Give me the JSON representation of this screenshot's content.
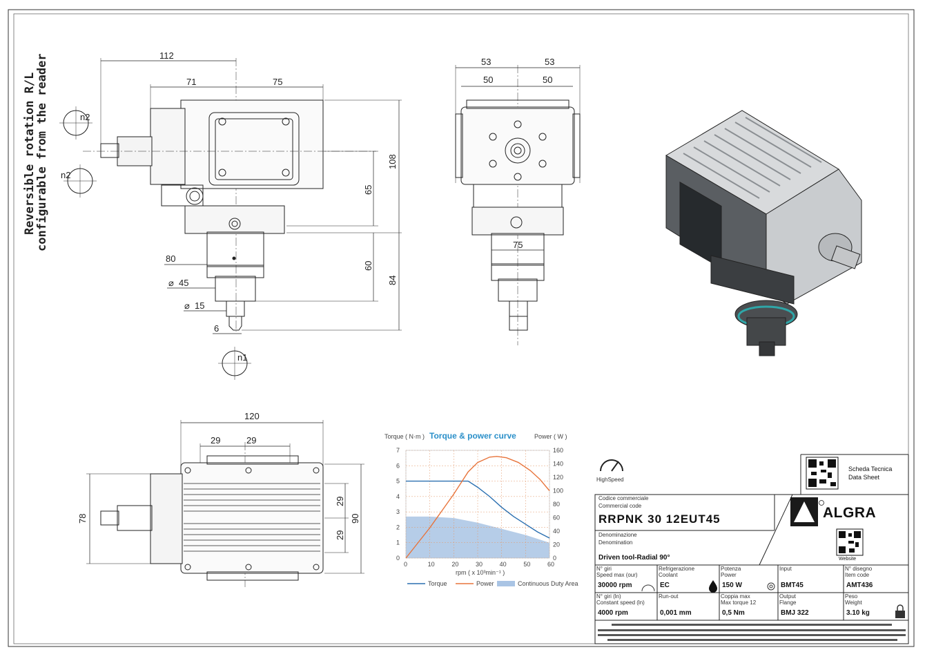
{
  "left_view": {
    "rotation_note_1": "Reversible rotation R/L",
    "rotation_note_2": "configurable from the reader",
    "dims": {
      "d112": "112",
      "d71": "71",
      "d75": "75",
      "d108": "108",
      "d65": "65",
      "d60": "60",
      "d84": "84",
      "d80": "80",
      "dia45": "45",
      "dia15": "15",
      "d6": "6"
    },
    "n_labels": {
      "n1": "n1",
      "n2a": "n2",
      "n2b": "n2"
    }
  },
  "front_view": {
    "dims": {
      "d53a": "53",
      "d53b": "53",
      "d50a": "50",
      "d50b": "50",
      "d75": "75"
    }
  },
  "bottom_view": {
    "dims": {
      "d120": "120",
      "d29a": "29",
      "d29b": "29",
      "d29c": "29",
      "d29d": "29",
      "d78": "78",
      "d90": "90"
    }
  },
  "chart_data": {
    "type": "line",
    "title": "Torque & power curve",
    "ylabel_left": "Torque ( N·m )",
    "ylabel_right": "Power ( W )",
    "xlabel": "rpm ( x 10³min⁻¹ )",
    "xlim": [
      0,
      60
    ],
    "ylim_left": [
      0,
      7
    ],
    "ylim_right": [
      0,
      160
    ],
    "x_ticks": [
      "0",
      "10",
      "20",
      "30",
      "40",
      "50",
      "60"
    ],
    "y_left_ticks": [
      "0",
      "1",
      "2",
      "3",
      "4",
      "5",
      "6",
      "7"
    ],
    "y_right_ticks": [
      "0",
      "20",
      "40",
      "60",
      "80",
      "100",
      "120",
      "140",
      "160"
    ],
    "grid": true,
    "legend_position": "bottom",
    "series": [
      {
        "name": "Torque",
        "axis": "left",
        "color": "#2a6fb0",
        "x": [
          0,
          10,
          20,
          26,
          30,
          35,
          40,
          45,
          50,
          55,
          60
        ],
        "y": [
          5,
          5,
          5,
          5,
          4.6,
          4.0,
          3.3,
          2.7,
          2.2,
          1.7,
          1.3
        ]
      },
      {
        "name": "Power",
        "axis": "right",
        "color": "#e8743b",
        "x": [
          0,
          10,
          20,
          26,
          30,
          35,
          38,
          42,
          47,
          52,
          56,
          60
        ],
        "y": [
          0,
          45,
          95,
          128,
          142,
          150,
          151,
          149,
          142,
          130,
          117,
          100
        ]
      },
      {
        "name": "Continuous Duty Area",
        "axis": "left",
        "type": "area",
        "color": "#a9c4e4",
        "x": [
          0,
          10,
          20,
          30,
          40,
          50,
          60
        ],
        "y": [
          2.7,
          2.7,
          2.6,
          2.3,
          1.9,
          1.5,
          1.0
        ]
      }
    ]
  },
  "badge": {
    "label": "HighSpeed"
  },
  "title_block": {
    "scheda_line1": "Scheda Tecnica",
    "scheda_line2": "Data Sheet",
    "website": "Website",
    "brand": "ALGRA",
    "codice_it": "Codice commerciale",
    "codice_en": "Commercial code",
    "code": "RRPNK 30 12EUT45",
    "denom_it": "Denominazione",
    "denom_en": "Denomination",
    "description": "Driven tool-Radial 90°",
    "row1": [
      {
        "label1": "N° giri",
        "label2": "Speed max (our)",
        "value": "30000 rpm"
      },
      {
        "label1": "Refrigerazione",
        "label2": "Coolant",
        "value": "EC"
      },
      {
        "label1": "Potenza",
        "label2": "Power",
        "value": "150 W"
      },
      {
        "label1": "Input",
        "label2": "",
        "value": "BMT45"
      },
      {
        "label1": "N° disegno",
        "label2": "Item code",
        "value": "AMT436"
      }
    ],
    "row2": [
      {
        "label1": "N° giri (ln)",
        "label2": "Constant speed (ln)",
        "value": "4000 rpm"
      },
      {
        "label1": "Run-out",
        "label2": "",
        "value": "0,001 mm"
      },
      {
        "label1": "Coppia max",
        "label2": "Max torque 12",
        "value": "0,5 Nm"
      },
      {
        "label1": "Output",
        "label2": "Flange",
        "value": "BMJ 322"
      },
      {
        "label1": "Peso",
        "label2": "Weight",
        "value": "3.10 kg"
      }
    ]
  }
}
